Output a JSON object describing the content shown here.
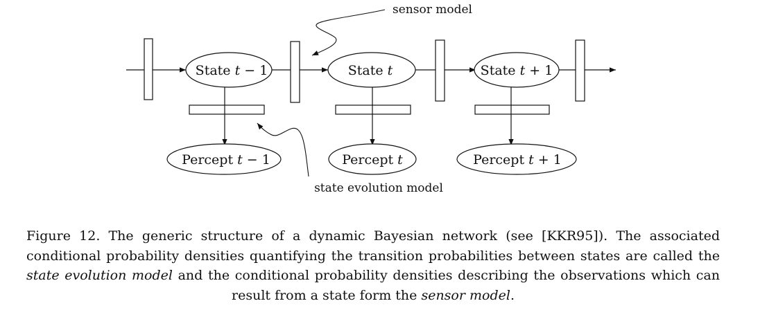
{
  "diagram": {
    "states": [
      {
        "prefix": "State ",
        "var": "t",
        "suffix": " − 1"
      },
      {
        "prefix": "State ",
        "var": "t",
        "suffix": ""
      },
      {
        "prefix": "State ",
        "var": "t",
        "suffix": " + 1"
      }
    ],
    "percepts": [
      {
        "prefix": "Percept ",
        "var": "t",
        "suffix": " − 1"
      },
      {
        "prefix": "Percept ",
        "var": "t",
        "suffix": ""
      },
      {
        "prefix": "Percept ",
        "var": "t",
        "suffix": " + 1"
      }
    ],
    "annotations": {
      "sensor_model": "sensor model",
      "state_evolution_model": "state evolution model"
    }
  },
  "caption": {
    "part1": "Figure 12. The generic structure of a dynamic Bayesian network (see [KKR95]). The associated conditional probability densities quantifying the transition probabilities between states are called the ",
    "em1": "state evolution model",
    "part2": " and the conditional probability densities describing the observations which can result from a state form the ",
    "em2": "sensor model",
    "part3": "."
  }
}
